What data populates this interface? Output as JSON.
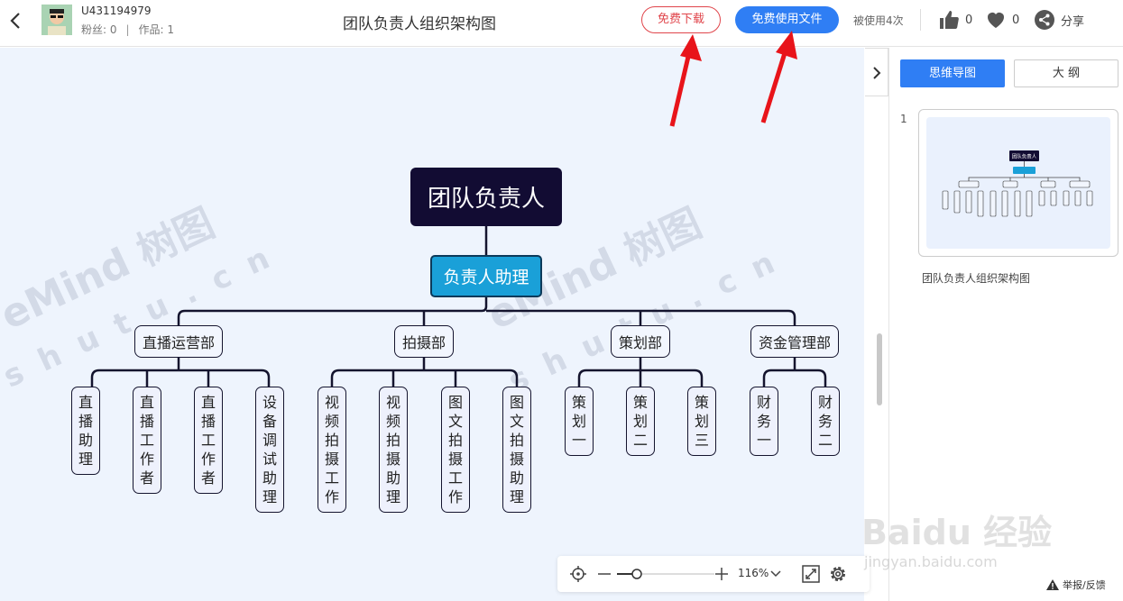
{
  "header": {
    "username": "U431194979",
    "fans": "粉丝: 0",
    "works": "作品: 1",
    "separator": "|",
    "title": "团队负责人组织架构图",
    "download_label": "免费下载",
    "use_label": "免费使用文件",
    "used_count": "被使用4次",
    "likes": "0",
    "favorites": "0",
    "share_label": "分享"
  },
  "mindmap": {
    "root": "团队负责人",
    "assistant": "负责人助理",
    "departments": [
      {
        "name": "直播运营部",
        "leaves": [
          "直播助理",
          "直播工作者",
          "直播工作者",
          "设备调试助理"
        ]
      },
      {
        "name": "拍摄部",
        "leaves": [
          "视频拍摄工作",
          "视频拍摄助理",
          "图文拍摄工作",
          "图文拍摄助理"
        ]
      },
      {
        "name": "策划部",
        "leaves": [
          "策划一",
          "策划二",
          "策划三"
        ]
      },
      {
        "name": "资金管理部",
        "leaves": [
          "财务一",
          "财务二"
        ]
      }
    ]
  },
  "watermark": {
    "brand": "eMind 树图",
    "domain": "shutu.cn"
  },
  "zoom": {
    "value": "116%"
  },
  "panel": {
    "tab_mindmap": "思维导图",
    "tab_outline": "大 纲",
    "page_number": "1",
    "thumb_root": "团队负责人",
    "thumb_caption": "团队负责人组织架构图",
    "report_label": "举报/反馈"
  },
  "baidu": {
    "logo": "Baidu 经验",
    "url": "jingyan.baidu.com"
  },
  "colors": {
    "primary": "#2f7ef4",
    "danger": "#e0454b",
    "root_node": "#120c33",
    "assistant_node": "#1aa0d8",
    "canvas_bg": "#eef4fd"
  }
}
